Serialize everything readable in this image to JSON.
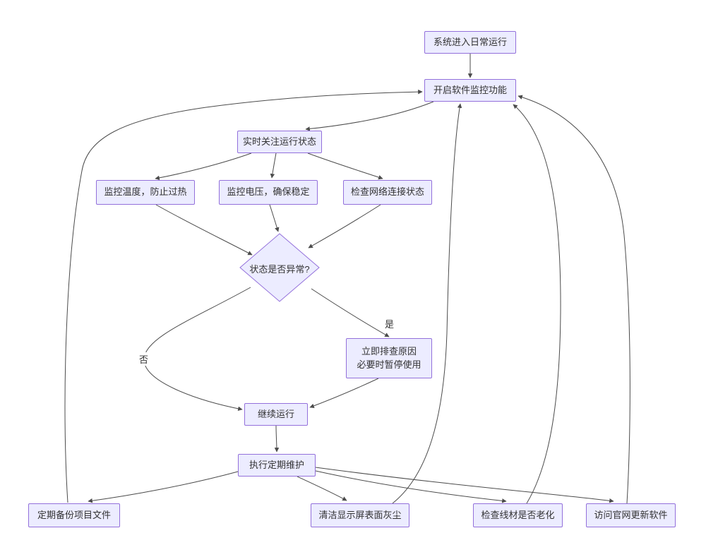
{
  "diagram": {
    "type": "flowchart",
    "background": "#ffffff",
    "node_fill": "#ececff",
    "node_border": "#9370db",
    "edge_color": "#4b4b4b",
    "text_color": "#333333",
    "nodes": [
      {
        "id": "A",
        "shape": "rect",
        "label": "系统进入日常运行"
      },
      {
        "id": "B",
        "shape": "rect",
        "label": "开启软件监控功能"
      },
      {
        "id": "C",
        "shape": "rect",
        "label": "实时关注运行状态"
      },
      {
        "id": "D",
        "shape": "rect",
        "label": "监控温度，防止过热"
      },
      {
        "id": "E",
        "shape": "rect",
        "label": "监控电压，确保稳定"
      },
      {
        "id": "F",
        "shape": "rect",
        "label": "检查网络连接状态"
      },
      {
        "id": "G",
        "shape": "diamond",
        "label": "状态是否异常?"
      },
      {
        "id": "H",
        "shape": "rect",
        "label": "立即排查原因\n必要时暂停使用"
      },
      {
        "id": "I",
        "shape": "rect",
        "label": "继续运行"
      },
      {
        "id": "J",
        "shape": "rect",
        "label": "执行定期维护"
      },
      {
        "id": "K",
        "shape": "rect",
        "label": "定期备份项目文件"
      },
      {
        "id": "L",
        "shape": "rect",
        "label": "清洁显示屏表面灰尘"
      },
      {
        "id": "M",
        "shape": "rect",
        "label": "检查线材是否老化"
      },
      {
        "id": "N",
        "shape": "rect",
        "label": "访问官网更新软件"
      }
    ],
    "edges": [
      {
        "from": "A",
        "to": "B",
        "label": ""
      },
      {
        "from": "B",
        "to": "C",
        "label": ""
      },
      {
        "from": "C",
        "to": "D",
        "label": ""
      },
      {
        "from": "C",
        "to": "E",
        "label": ""
      },
      {
        "from": "C",
        "to": "F",
        "label": ""
      },
      {
        "from": "D",
        "to": "G",
        "label": ""
      },
      {
        "from": "E",
        "to": "G",
        "label": ""
      },
      {
        "from": "F",
        "to": "G",
        "label": ""
      },
      {
        "from": "G",
        "to": "H",
        "label": "是"
      },
      {
        "from": "G",
        "to": "I",
        "label": "否"
      },
      {
        "from": "H",
        "to": "I",
        "label": ""
      },
      {
        "from": "I",
        "to": "J",
        "label": ""
      },
      {
        "from": "J",
        "to": "K",
        "label": ""
      },
      {
        "from": "J",
        "to": "L",
        "label": ""
      },
      {
        "from": "J",
        "to": "M",
        "label": ""
      },
      {
        "from": "J",
        "to": "N",
        "label": ""
      },
      {
        "from": "K",
        "to": "B",
        "label": ""
      },
      {
        "from": "L",
        "to": "B",
        "label": ""
      },
      {
        "from": "M",
        "to": "B",
        "label": ""
      },
      {
        "from": "N",
        "to": "B",
        "label": ""
      }
    ]
  }
}
